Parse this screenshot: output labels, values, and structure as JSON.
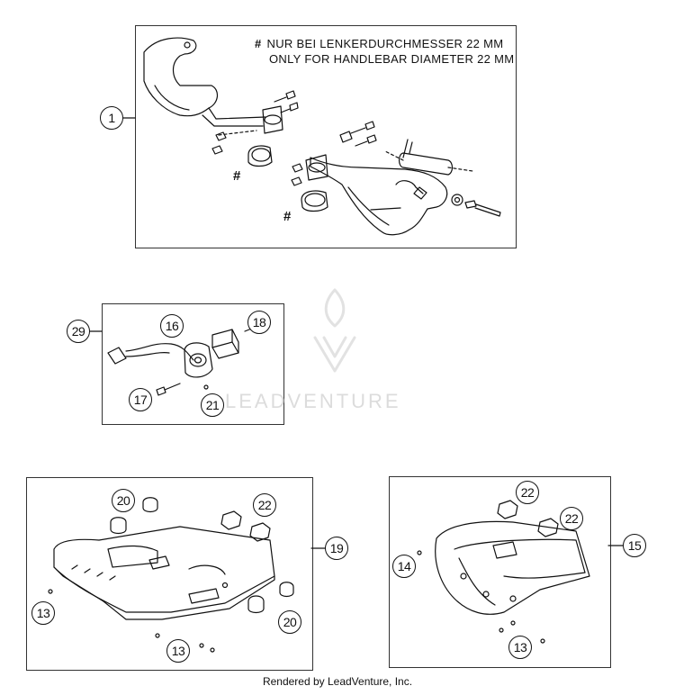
{
  "note": {
    "marker": "#",
    "line1": "NUR BEI LENKERDURCHMESSER 22 MM",
    "line2": "ONLY FOR HANDLEBAR DIAMETER 22 MM"
  },
  "hash_mark": "#",
  "callouts": {
    "c1": "1",
    "c29": "29",
    "c16": "16",
    "c18": "18",
    "c17": "17",
    "c21": "21",
    "c20a": "20",
    "c22a": "22",
    "c19": "19",
    "c13a": "13",
    "c20b": "20",
    "c13b": "13",
    "c22b": "22",
    "c22c": "22",
    "c14": "14",
    "c15": "15",
    "c13c": "13"
  },
  "watermark": "LEADVENTURE",
  "footer": "Rendered by LeadVenture, Inc."
}
